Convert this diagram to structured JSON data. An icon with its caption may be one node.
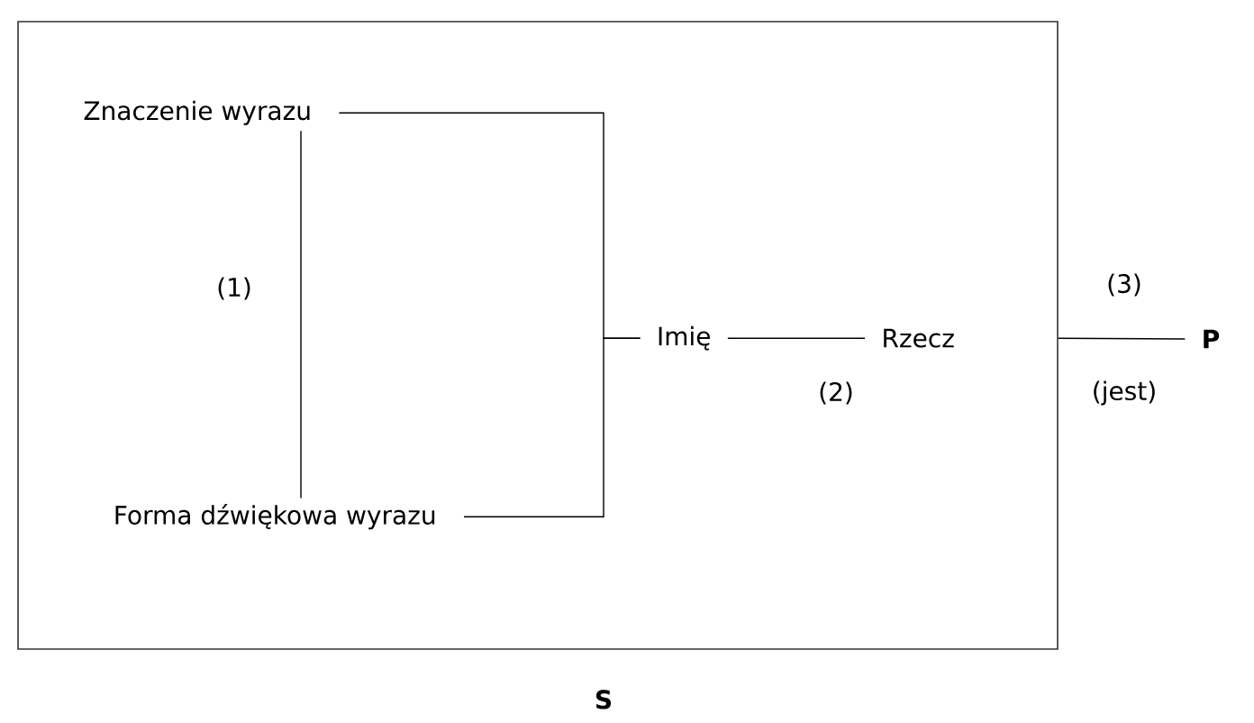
{
  "diagram": {
    "nodes": [
      {
        "text": [],
        "shape": "box",
        "beside": [
          "S"
        ]
      },
      {
        "text": [
          "Znaczenie wyrazu"
        ],
        "in": 0
      },
      {
        "text": [
          "Forma dźwiękowa wyrazu"
        ],
        "in": 0
      },
      {
        "text": [
          "Imię"
        ],
        "in": 0
      },
      {
        "text": [
          "Rzecz"
        ],
        "in": 0
      },
      {
        "text": [
          "P"
        ]
      }
    ],
    "edges": [
      {
        "from": 1,
        "to": 2,
        "arrow": "none",
        "label": "(1)"
      },
      {
        "from": 1,
        "to": 3,
        "arrow": "none"
      },
      {
        "from": 2,
        "to": 3,
        "arrow": "none"
      },
      {
        "from": 3,
        "to": 4,
        "arrow": "none",
        "label": "(2)"
      },
      {
        "from": 0,
        "to": 5,
        "arrow": "none",
        "label": "(3)"
      }
    ],
    "labels": [
      "(jest)"
    ]
  }
}
